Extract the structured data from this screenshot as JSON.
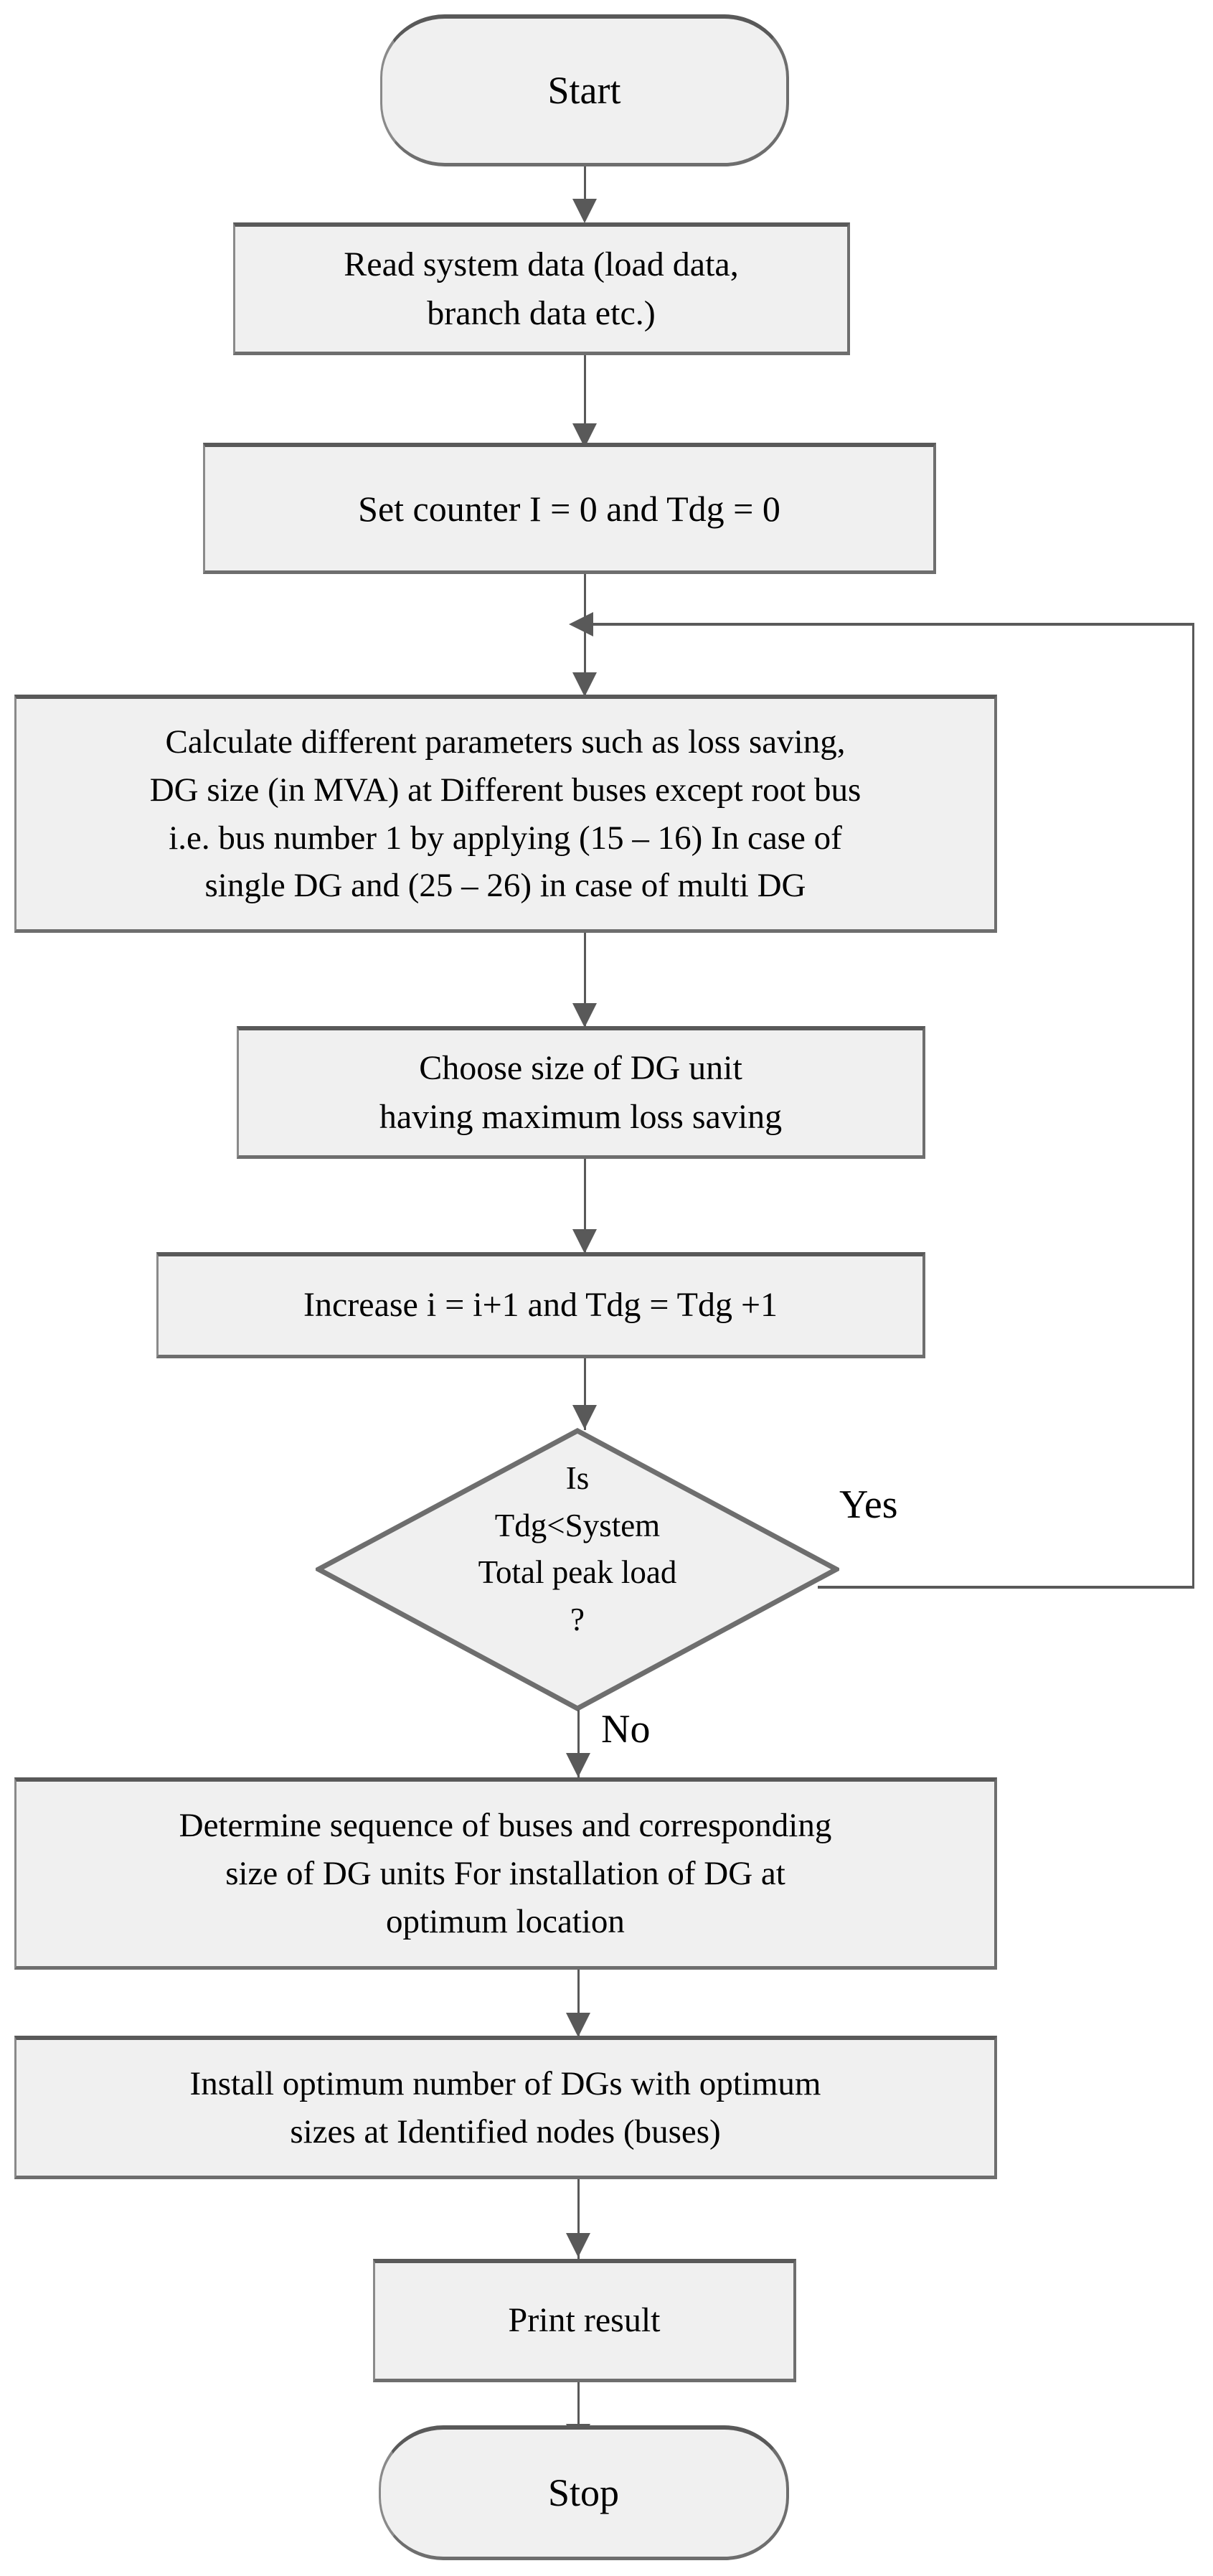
{
  "diagram": {
    "title": "DG placement and sizing algorithm flowchart",
    "type": "flowchart",
    "background": "#ffffff",
    "node_fill": "#f0f0f0",
    "node_border": "#6e6e6e",
    "connector_color": "#595959",
    "text_color": "#000000"
  },
  "nodes": {
    "start": {
      "label": "Start",
      "shape": "terminal"
    },
    "read_data": {
      "label": "Read system data (load data,\nbranch data etc.)",
      "shape": "process"
    },
    "set_counter": {
      "label": "Set counter I = 0 and Tdg = 0",
      "shape": "process"
    },
    "calculate": {
      "label": "Calculate different parameters such as loss saving,\nDG size (in MVA) at Different buses except root bus\ni.e. bus number 1 by applying (15 – 16) In case of\nsingle DG and (25 – 26) in case of multi DG",
      "shape": "process"
    },
    "choose_size": {
      "label": "Choose size of DG unit\nhaving maximum loss saving",
      "shape": "process"
    },
    "increase": {
      "label": "Increase i = i+1 and Tdg = Tdg +1",
      "shape": "process"
    },
    "decision": {
      "label": "Is\nTdg<System\nTotal peak load\n?",
      "shape": "decision"
    },
    "determine": {
      "label": "Determine sequence of buses and corresponding\nsize of DG units For installation of DG at\noptimum location",
      "shape": "process"
    },
    "install": {
      "label": "Install optimum number of DGs with optimum\nsizes at Identified nodes (buses)",
      "shape": "process"
    },
    "print": {
      "label": "Print result",
      "shape": "process"
    },
    "stop": {
      "label": "Stop",
      "shape": "terminal"
    }
  },
  "edge_labels": {
    "yes": "Yes",
    "no": "No"
  }
}
